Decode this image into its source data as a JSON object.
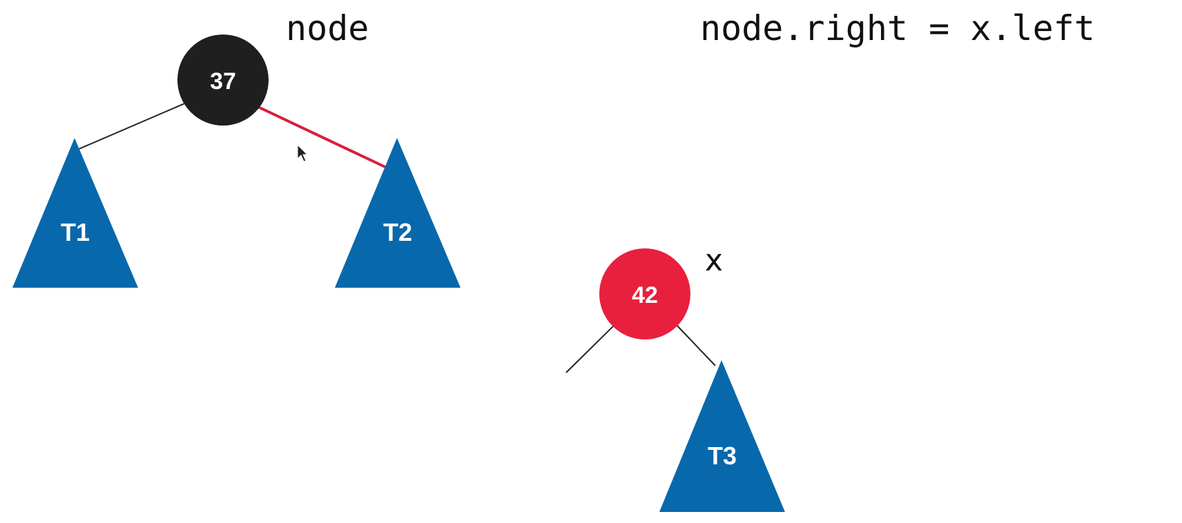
{
  "labels": {
    "node": "node",
    "code": "node.right = x.left",
    "x": "x"
  },
  "nodes": {
    "n37": {
      "value": "37",
      "color": "#1f1f1f"
    },
    "n42": {
      "value": "42",
      "color": "#e8203e"
    }
  },
  "subtrees": {
    "t1": "T1",
    "t2": "T2",
    "t3": "T3"
  },
  "colors": {
    "subtree": "#0868ac",
    "edge": "#222222",
    "highlight_edge": "#d8203e"
  },
  "cursor": "mouse-pointer-icon"
}
